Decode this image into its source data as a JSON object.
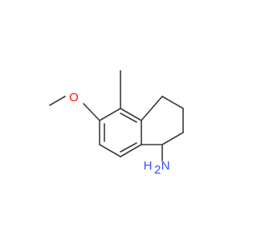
{
  "molecule": {
    "atoms": {
      "oxygen": {
        "symbol": "O",
        "color": "#ff0d0d"
      },
      "amine": {
        "symbol": "N",
        "hydrogen": "H",
        "hydrogen_count": "2",
        "color": "#3050f8"
      }
    },
    "bond_color": "#3a3a3a"
  }
}
